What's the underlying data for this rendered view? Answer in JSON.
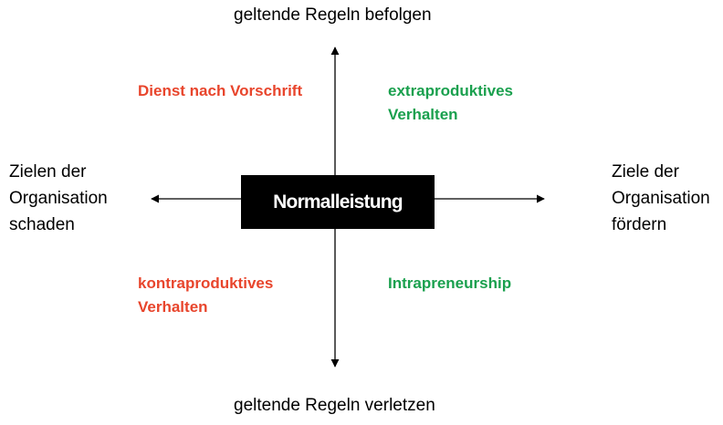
{
  "axes": {
    "top": "geltende Regeln befolgen",
    "bottom": "geltende Regeln verletzen",
    "left": [
      "Zielen der",
      "Organisation",
      "schaden"
    ],
    "right": [
      "Ziele der",
      "Organisation",
      "fördern"
    ]
  },
  "center": "Normalleistung",
  "quadrants": {
    "top_left": [
      "Dienst nach Vorschrift"
    ],
    "top_right": [
      "extraproduktives",
      "Verhalten"
    ],
    "bottom_left": [
      "kontraproduktives",
      "Verhalten"
    ],
    "bottom_right": [
      "Intrapreneurship"
    ]
  },
  "colors": {
    "negative": "#e8452c",
    "positive": "#1aa04e",
    "center_bg": "#000000",
    "center_text": "#ffffff"
  }
}
